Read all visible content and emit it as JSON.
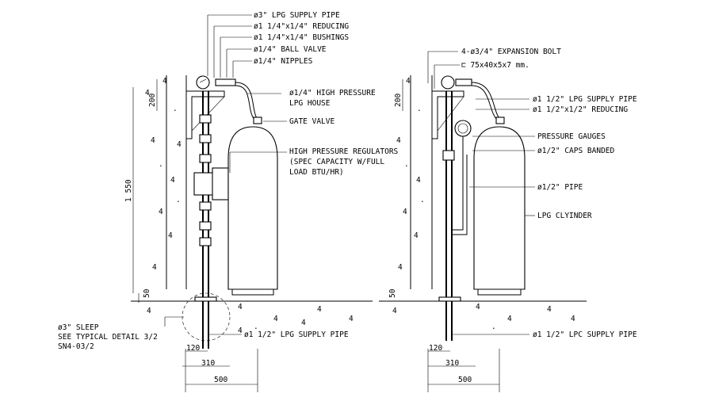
{
  "left_detail": {
    "labels": {
      "supply_top": "ø3\" LPG SUPPLY PIPE",
      "reducing": "ø1 1/4\"x1/4\" REDUCING",
      "bushings": "ø1 1/4\"x1/4\" BUSHINGS",
      "ball_valve": "ø1/4\" BALL VALVE",
      "nipples": "ø1/4\" NIPPLES",
      "hp_hose_1": "ø1/4\" HIGH PRESSURE",
      "hp_hose_2": "LPG HOUSE",
      "gate_valve": "GATE VALVE",
      "regulator_1": "HIGH PRESSURE REGULATORS",
      "regulator_2": "(SPEC CAPACITY W/FULL",
      "regulator_3": "LOAD BTU/HR)",
      "sleep_1": "ø3\" SLEEP",
      "sleep_2": "SEE TYPICAL DETAIL 3/2",
      "sleep_3": "SN4-03/2",
      "supply_bottom": "ø1 1/2\" LPG SUPPLY PIPE"
    },
    "dims": {
      "bracket": "200",
      "height": "1 550",
      "base": "50",
      "d120": "120",
      "d310": "310",
      "d500": "500"
    }
  },
  "right_detail": {
    "labels": {
      "expansion_bolt": "4-ø3/4\" EXPANSION BOLT",
      "angle": "⊏ 75x40x5x7 mm.",
      "supply_top": "ø1 1/2\" LPG SUPPLY PIPE",
      "reducing": "ø1 1/2\"x1/2\" REDUCING",
      "gauges": "PRESSURE GAUGES",
      "caps": "ø1/2\" CAPS BANDED",
      "pipe": "ø1/2\" PIPE",
      "cylinder": "LPG CLYINDER",
      "supply_bottom": "ø1 1/2\" LPC SUPPLY PIPE"
    },
    "dims": {
      "bracket": "200",
      "base": "50",
      "d120": "120",
      "d310": "310",
      "d500": "500"
    }
  }
}
